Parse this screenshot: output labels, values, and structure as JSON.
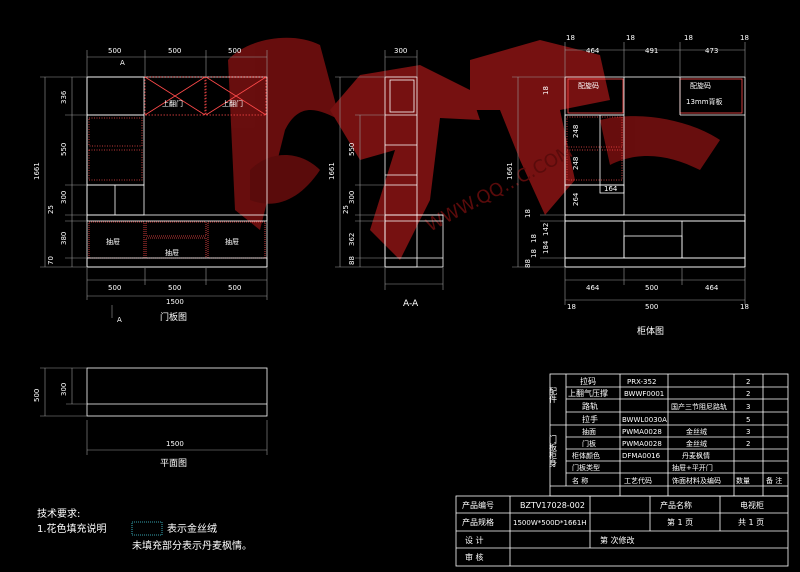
{
  "watermark": {
    "brand": "Red logo watermark",
    "url_fragment": "WWW.QQ...C.COM",
    "color": "#8b1515"
  },
  "colors": {
    "background": "#000000",
    "line": "#ffffff",
    "accent_red": "#ff4a4a",
    "accent_cyan": "#45d6e6",
    "dim_gray": "#9a9a9a"
  },
  "front_view": {
    "caption": "门板图",
    "section_marker": "A",
    "top_dims": [
      "500",
      "500",
      "500"
    ],
    "bottom_dims": [
      "500",
      "500",
      "500"
    ],
    "total_width": "1500",
    "overall_height": "1661",
    "side_dims": [
      "336",
      "550",
      "300",
      "25",
      "380",
      "70"
    ],
    "door_labels": [
      "上翻门",
      "上翻门"
    ],
    "drawer_labels": [
      "抽屉",
      "抽屉",
      "抽屉"
    ]
  },
  "side_view": {
    "caption": "A-A",
    "top_dim": "300",
    "overall_height": "1661",
    "side_dims": [
      "550",
      "300",
      "25",
      "362",
      "88"
    ]
  },
  "body_view": {
    "caption": "柜体图",
    "top_dims": [
      "18",
      "464",
      "18",
      "491",
      "18",
      "473",
      "18"
    ],
    "bottom_dims": [
      "18",
      "464",
      "500",
      "500",
      "464",
      "18"
    ],
    "overall_height": "1661",
    "side_dims": [
      "18",
      "18",
      "18",
      "184",
      "18",
      "88"
    ],
    "inner_dims": [
      "248",
      "248",
      "264",
      "142",
      "164"
    ],
    "labels": [
      "配旋码",
      "配旋码",
      "13mm背板"
    ]
  },
  "plan_view": {
    "caption": "平面图",
    "width": "1500",
    "dims": [
      "500",
      "300"
    ]
  },
  "notes": {
    "title": "技术要求:",
    "line1_prefix": "1.花色填充说明",
    "line1_suffix": "表示金丝绒",
    "line2": "未填充部分表示丹麦枫情。"
  },
  "hardware_table": {
    "group_label_top": "配件",
    "group_label_bottom": "门板柜身",
    "rows": [
      {
        "name": "拉码",
        "code": "PRX-352",
        "spec": "",
        "qty": "2"
      },
      {
        "name": "上翻气压撑",
        "code": "BWWF0001",
        "spec": "",
        "qty": "2"
      },
      {
        "name": "路轨",
        "code": "",
        "spec": "国产三节阻尼路轨",
        "qty": "3"
      },
      {
        "name": "拉手",
        "code": "BWWL0030A",
        "spec": "",
        "qty": "5"
      },
      {
        "name": "抽面",
        "code": "PWMA0028",
        "spec": "金丝绒",
        "qty": "3"
      },
      {
        "name": "门板",
        "code": "PWMA0028",
        "spec": "金丝绒",
        "qty": "2"
      },
      {
        "name": "柜体颜色",
        "code": "DFMA0016",
        "spec": "丹麦枫情",
        "qty": ""
      },
      {
        "name": "门板类型",
        "code": "",
        "spec": "抽屉+平开门",
        "qty": ""
      }
    ],
    "header": {
      "name": "名 称",
      "code": "工艺代码",
      "spec": "饰面材料及编码",
      "qty": "数量",
      "note": "备 注"
    }
  },
  "title_block": {
    "product_code_label": "产品编号",
    "product_code": "BZTV17028-002",
    "product_name_label": "产品名称",
    "product_name": "电视柜",
    "spec_label": "产品规格",
    "spec": "1500W*500D*1661H",
    "page": "第 1 页",
    "total": "共 1 页",
    "design_label": "设 计",
    "revision_label": "第  次修改",
    "review_label": "审 核"
  }
}
